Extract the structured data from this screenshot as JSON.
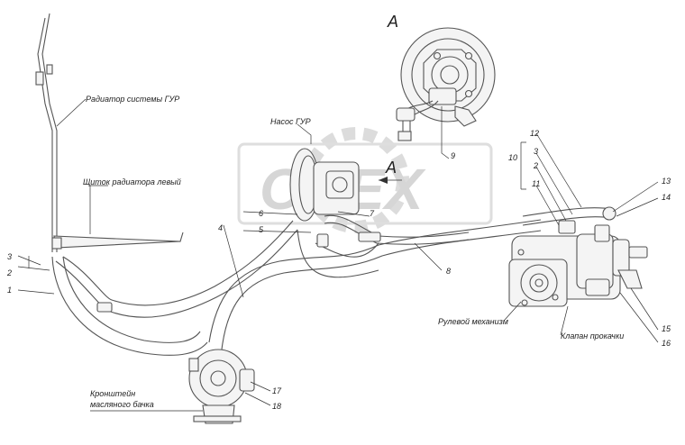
{
  "view_label": "А",
  "watermark": {
    "text": "OREX",
    "color": "#d4d4d4"
  },
  "labels": {
    "radiator": "Радиатор системы ГУР",
    "shield": "Щиток радиатора левый",
    "pump": "Насос ГУР",
    "steering_gear": "Рулевой механизм",
    "bleed_valve": "Клапан прокачки",
    "bracket_line1": "Кронштейн",
    "bracket_line2": "масляного бачка"
  },
  "view_arrow_label": "А",
  "callouts": {
    "n1": "1",
    "n2": "2",
    "n3": "3",
    "n4": "4",
    "n5": "5",
    "n6": "6",
    "n7": "7",
    "n8": "8",
    "n9": "9",
    "n10": "10",
    "n11": "11",
    "n12": "12",
    "n13": "13",
    "n14": "14",
    "n15": "15",
    "n16": "16",
    "n17": "17",
    "n18": "18",
    "n2b": "2",
    "n3b": "3"
  },
  "colors": {
    "line": "#333333",
    "part_fill": "#f4f4f4"
  }
}
